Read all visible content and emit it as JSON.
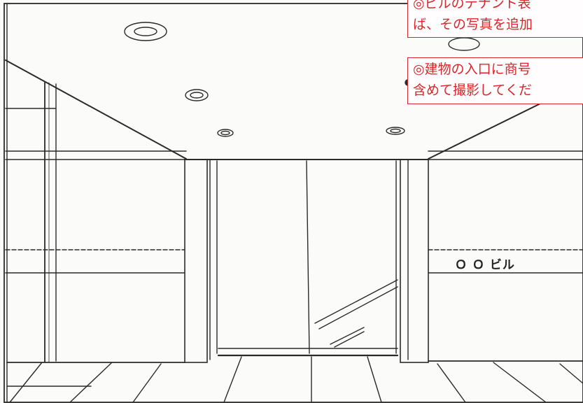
{
  "notes": [
    {
      "line1": "◎ビルのテナント表",
      "line2": "ば、その写真を追加"
    },
    {
      "line1": "◎建物の入口に商号",
      "line2": "含めて撮影してくだ"
    }
  ],
  "building_sign": {
    "text": "Ｏ Ｏ ビル"
  },
  "colors": {
    "ink": "#2a2a2a",
    "annotation": "#d9262b",
    "paper": "#fbfbf9"
  }
}
